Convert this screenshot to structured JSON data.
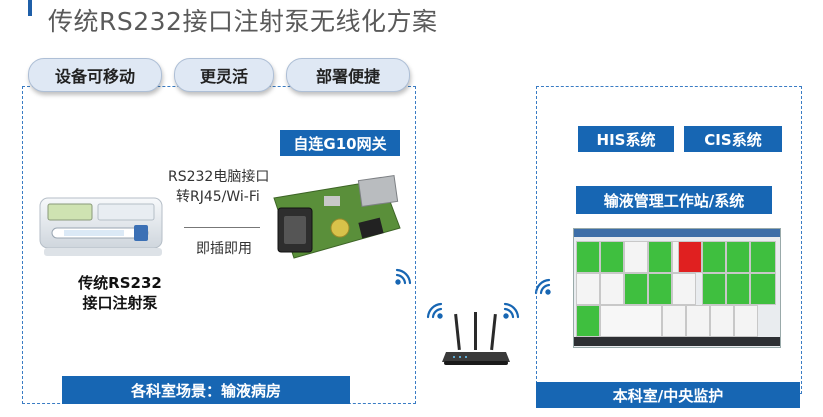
{
  "title": "传统RS232接口注射泵无线化方案",
  "features": [
    "设备可移动",
    "更灵活",
    "部署便捷"
  ],
  "gateway_label": "自连G10网关",
  "rs232_note_line1": "RS232电脑接口",
  "rs232_note_line2": "转RJ45/Wi-Fi",
  "plug_note": "即插即用",
  "pump_caption_line1": "传统RS232",
  "pump_caption_line2": "接口注射泵",
  "scene_label": "各科室场景：输液病房",
  "his_label": "HIS系统",
  "cis_label": "CIS系统",
  "workstation_label": "输液管理工作站/系统",
  "monitor_label": "本科室/中央监护",
  "colors": {
    "accent": "#1766b3",
    "dash": "#3a7cc4",
    "green": "#3fbf3f",
    "red": "#e02020"
  },
  "icons": [
    "wifi-icon",
    "router-icon",
    "syringe-pump-image",
    "gateway-board-image",
    "monitor-screenshot"
  ]
}
